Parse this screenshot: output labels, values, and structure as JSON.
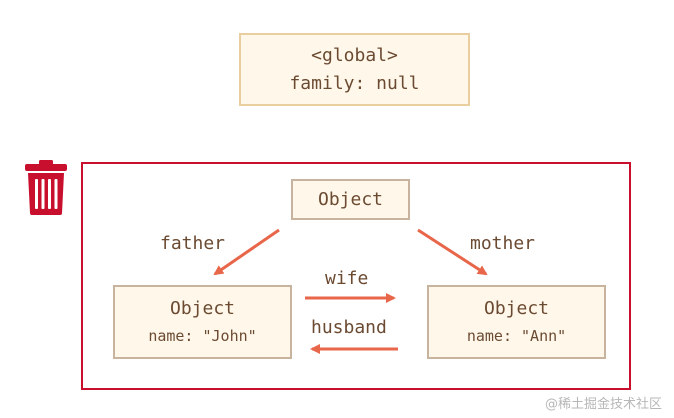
{
  "colors": {
    "box_fill": "#fff8ea",
    "global_border": "#e9cf9f",
    "object_border": "#c8b49e",
    "text": "#6b4a32",
    "frame": "#c8102e",
    "arrow": "#e8664a",
    "trash": "#c8102e"
  },
  "global": {
    "title": "<global>",
    "property": "family: null"
  },
  "root_object": {
    "title": "Object"
  },
  "john": {
    "title": "Object",
    "property": "name: \"John\""
  },
  "ann": {
    "title": "Object",
    "property": "name: \"Ann\""
  },
  "links": {
    "father": "father",
    "mother": "mother",
    "wife": "wife",
    "husband": "husband"
  },
  "icons": {
    "trash": "trash-can-icon"
  },
  "watermark": "@稀土掘金技术社区"
}
